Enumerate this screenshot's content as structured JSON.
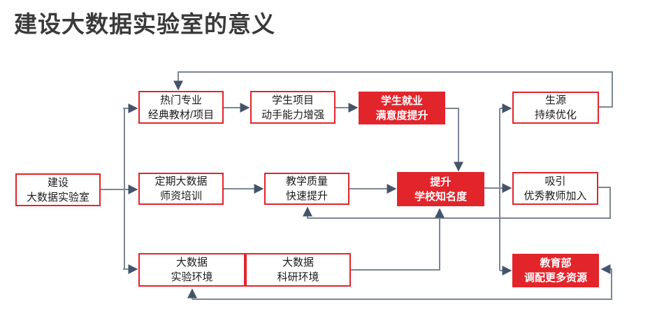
{
  "title": "建设大数据实验室的意义",
  "colors": {
    "accent-red": "#e2242b",
    "line": "#7b8794",
    "arrow": "#44546a",
    "title": "#3a3a3a",
    "node-text": "#1a1a1a"
  },
  "nodes": {
    "build": {
      "line1": "建设",
      "line2": "大数据实验室",
      "variant": "outline"
    },
    "hot": {
      "line1": "热门专业",
      "line2": "经典教材/项目",
      "variant": "outline"
    },
    "proj": {
      "line1": "学生项目",
      "line2": "动手能力增强",
      "variant": "outline"
    },
    "job": {
      "line1": "学生就业",
      "line2": "满意度提升",
      "variant": "red"
    },
    "source": {
      "line1": "生源",
      "line2": "持续优化",
      "variant": "outline"
    },
    "train": {
      "line1": "定期大数据",
      "line2": "师资培训",
      "variant": "outline"
    },
    "quality": {
      "line1": "教学质量",
      "line2": "快速提升",
      "variant": "outline"
    },
    "fame": {
      "line1": "提升",
      "line2": "学校知名度",
      "variant": "red"
    },
    "attract": {
      "line1": "吸引",
      "line2": "优秀教师加入",
      "variant": "outline"
    },
    "lab": {
      "line1": "大数据",
      "line2": "实验环境",
      "variant": "outline"
    },
    "research": {
      "line1": "大数据",
      "line2": "科研环境",
      "variant": "outline"
    },
    "ministry": {
      "line1": "教育部",
      "line2": "调配更多资源",
      "variant": "red"
    }
  }
}
